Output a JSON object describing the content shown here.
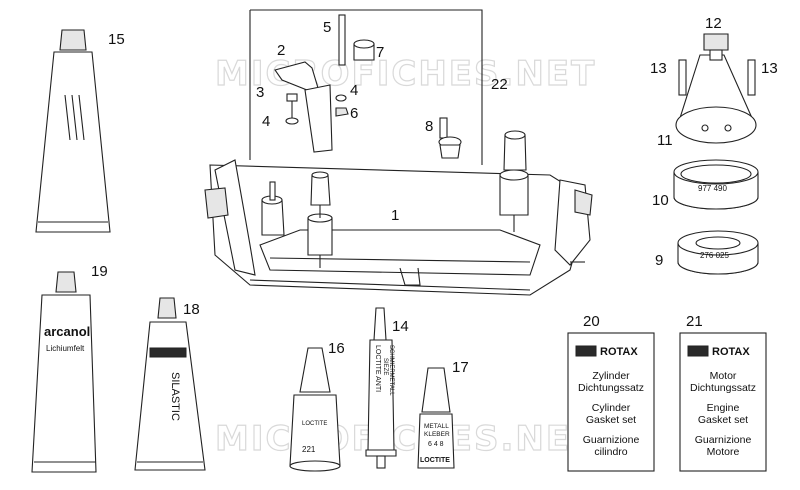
{
  "watermark": "MICROFICHES.NET",
  "labels": {
    "n1": "1",
    "n2": "2",
    "n3": "3",
    "n4a": "4",
    "n4b": "4",
    "n5": "5",
    "n6": "6",
    "n7": "7",
    "n8": "8",
    "n9": "9",
    "n10": "10",
    "n11": "11",
    "n12": "12",
    "n13a": "13",
    "n13b": "13",
    "n14": "14",
    "n15": "15",
    "n16": "16",
    "n17": "17",
    "n18": "18",
    "n19": "19",
    "n20": "20",
    "n21": "21",
    "n22": "22"
  },
  "ring_codes": {
    "ring10": "977 490",
    "ring9": "276 025"
  },
  "tubes": {
    "arcanol_brand": "arcanol",
    "arcanol_sub": "Lichiumfelt",
    "silastic": "SILASTIC",
    "loctite14_a": "LOCTITE ANTI",
    "loctite14_b": "SIEZE",
    "loctite14_c": "SCHMIERMETALL",
    "loctite17_a": "METALL",
    "loctite17_b": "KLEBER",
    "loctite17_c": "6 4 8",
    "loctite17_d": "LOCTITE",
    "bottle16_a": "LOCTITE",
    "bottle16_b": "221"
  },
  "cards": {
    "card20": {
      "brand": "ROTAX",
      "line1": "Zylinder",
      "line2": "Dichtungssatz",
      "line3": "Cylinder",
      "line4": "Gasket set",
      "line5": "Guarnizione",
      "line6": "cilindro"
    },
    "card21": {
      "brand": "ROTAX",
      "line1": "Motor",
      "line2": "Dichtungssatz",
      "line3": "Engine",
      "line4": "Gasket set",
      "line5": "Guarnizione",
      "line6": "Motore"
    }
  }
}
